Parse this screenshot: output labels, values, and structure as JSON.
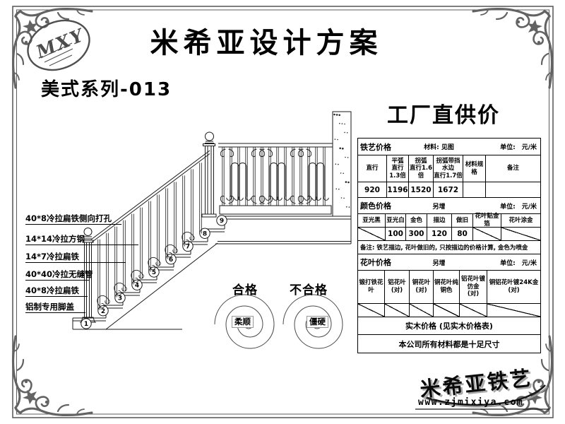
{
  "page": {
    "ink": "#000000",
    "frame_color": "#5e5e5e",
    "background": "#ffffff"
  },
  "header": {
    "title": "米希亚设计方案",
    "series": "美式系列-013",
    "monogram": "MXY"
  },
  "price_panel": {
    "title": "工厂直供价",
    "iron": {
      "name": "铁艺价格",
      "note": "材料: 见图",
      "unit_label": "单位:",
      "unit": "元/米",
      "columns": [
        "直行",
        "平弧\n直行1.3倍",
        "拐弧\n直行1.6倍",
        "拐弧带挡水边\n直行1.7倍",
        "材料规格",
        "备注"
      ],
      "values": [
        "920",
        "1196",
        "1520",
        "1672",
        "",
        ""
      ]
    },
    "color": {
      "name": "颜色价格",
      "note": "另增",
      "unit_label": "单位:",
      "unit": "元/米",
      "columns": [
        "亚光黑",
        "亚光白",
        "金色",
        "描边",
        "做旧",
        "花叶贴金箔",
        "花叶涂金"
      ],
      "values": [
        null,
        "100",
        "300",
        "120",
        "80",
        null,
        null
      ],
      "remark": "备注: 铁艺描边, 花叶做旧的, 只按描边的价格计算, 金色为喷金"
    },
    "leaf": {
      "name": "花叶价格",
      "note": "另增",
      "unit_label": "单位:",
      "unit": "元/米",
      "columns": [
        "锻打铁花叶",
        "铝花叶\n(对)",
        "铜花叶\n(对)",
        "铜花叶纯铜色",
        "铝花叶镀仿金\n(对)",
        "铜铝花叶镀24K金\n(对)"
      ],
      "values": [
        null,
        null,
        null,
        null,
        null,
        null
      ]
    },
    "wood_row": "实木价格 (见实木价格表)",
    "guarantee_row": "本公司所有材料都是十足尺寸"
  },
  "annotations": [
    "40*8冷拉扁铁侧向打孔",
    "14*14冷拉方钢",
    "14*7冷拉扁铁",
    "40*40冷拉无缝管",
    "40*8冷拉扁铁",
    "铝制专用脚盖"
  ],
  "quality": {
    "pass": "合格",
    "pass_tag": "柔顺",
    "fail": "不合格",
    "fail_tag": "僵硬"
  },
  "drawing": {
    "steps": [
      "1",
      "2",
      "3",
      "4",
      "5",
      "6",
      "7",
      "8",
      "9"
    ]
  },
  "footer": {
    "brand": "米希亚铁艺",
    "website": "www.zjmixiya.com"
  }
}
